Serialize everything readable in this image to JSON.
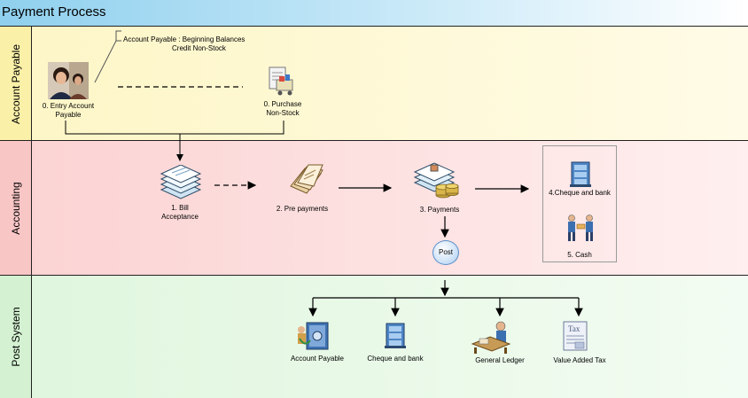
{
  "title": "Payment Process",
  "lanes": [
    {
      "label": "Account Payable"
    },
    {
      "label": "Accounting"
    },
    {
      "label": "Post  System"
    }
  ],
  "annotation": {
    "line1": "Account Payable : Beginning Balances",
    "line2": "Credit Non-Stock"
  },
  "nodes": {
    "entry_ap": {
      "line1": "0. Entry Account",
      "line2": "Payable",
      "icon": "people-photo"
    },
    "purchase": {
      "line1": "0. Purchase",
      "line2": "Non-Stock",
      "icon": "clipboard-cart-icon"
    },
    "bill": {
      "line1": "1. Bill",
      "line2": "Acceptance",
      "icon": "document-stack-icon"
    },
    "prepay": {
      "label": "2. Pre payments",
      "icon": "paper-documents-icon"
    },
    "payments": {
      "label": "3. Payments",
      "icon": "documents-coins-icon"
    },
    "cheque": {
      "label": "4.Cheque and bank",
      "icon": "bank-building-icon"
    },
    "cash": {
      "label": "5. Cash",
      "icon": "money-handover-icon"
    },
    "post": {
      "label": "Post"
    },
    "post_ap": {
      "label": "Account Payable",
      "icon": "vault-icon"
    },
    "post_cheque": {
      "label": "Cheque and bank",
      "icon": "bank-building-icon"
    },
    "post_gl": {
      "label": "General Ledger",
      "icon": "accountant-desk-icon"
    },
    "post_vat": {
      "label": "Value Added Tax",
      "icon": "tax-document-icon"
    }
  },
  "colors": {
    "ap_lane": "#fdf6c6",
    "accounting_lane": "#fbd2d2",
    "post_lane": "#dff6dd",
    "title_bar": "#8fd0ee"
  }
}
